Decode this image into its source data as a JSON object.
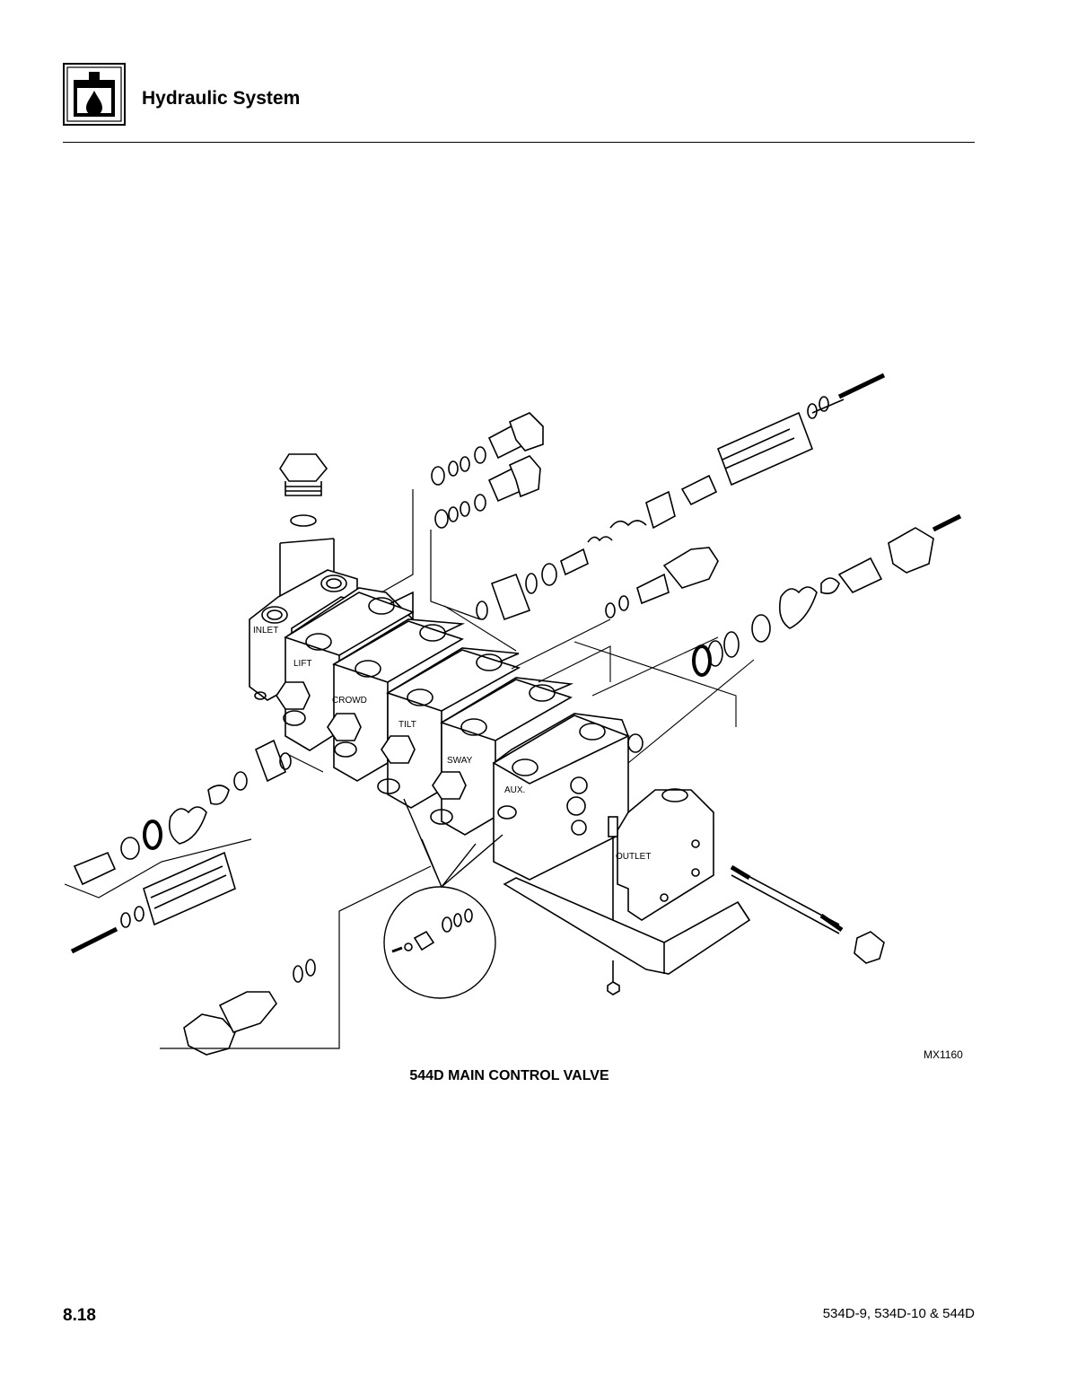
{
  "header": {
    "section_title": "Hydraulic System",
    "icon": "hydraulic-press-icon"
  },
  "figure": {
    "id": "MX1160",
    "caption": "544D MAIN CONTROL VALVE",
    "labels": {
      "inlet": "INLET",
      "lift": "LIFT",
      "crowd": "CROWD",
      "tilt": "TILT",
      "sway": "SWAY",
      "aux": "AUX.",
      "outlet": "OUTLET"
    }
  },
  "footer": {
    "page_number": "8.18",
    "model_ref": "534D-9, 534D-10 & 544D"
  }
}
